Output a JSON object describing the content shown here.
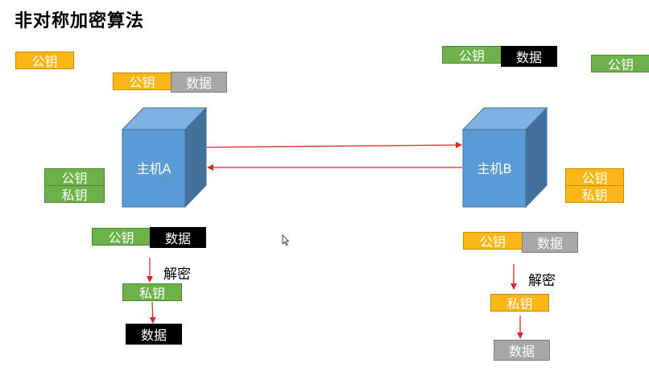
{
  "title": "非对称加密算法",
  "host_a": {
    "label": "主机A"
  },
  "host_b": {
    "label": "主机B"
  },
  "labels": {
    "public_key": "公钥",
    "private_key": "私钥",
    "data": "数据",
    "decrypt": "解密"
  },
  "colors": {
    "yellow_key": "#fbb718",
    "green_key": "#6db14a",
    "host_blue": "#5b9bd5",
    "arrow_red": "#e0262b",
    "data_black": "#000000",
    "data_gray": "#a7a7a7"
  },
  "icons": {
    "cursor": "mouse-pointer-icon"
  }
}
